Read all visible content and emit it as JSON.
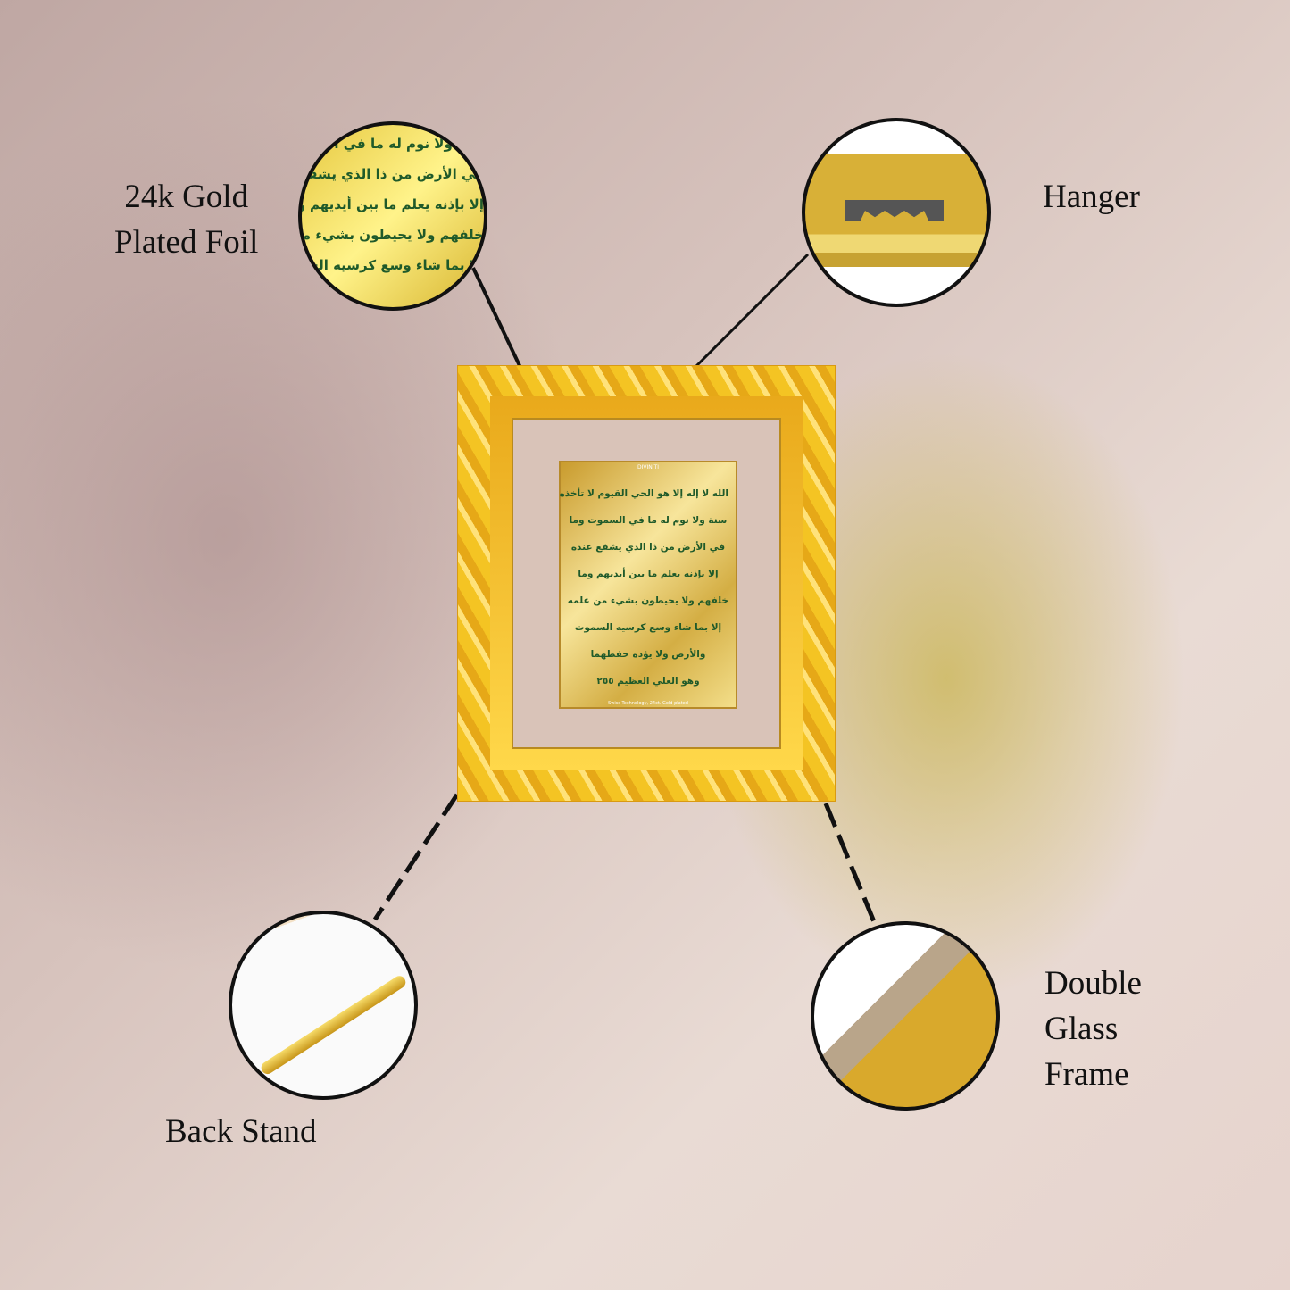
{
  "labels": {
    "foil": [
      "24k Gold",
      "Plated Foil"
    ],
    "hanger": "Hanger",
    "stand": "Back Stand",
    "glass": [
      "Double",
      "Glass",
      "Frame"
    ]
  },
  "plaque": {
    "brand": "DIVINITI",
    "footer": "Swiss Technology, 24ct. Gold plated",
    "lines": [
      "الله لا إله إلا هو الحي القيوم لا تأخذه",
      "سنة ولا نوم له ما في السموت وما",
      "في الأرض من ذا الذي يشفع عنده",
      "إلا بإذنه يعلم ما بين أيديهم وما",
      "خلفهم ولا يحيطون بشيء من علمه",
      "إلا بما شاء وسع كرسيه السموت",
      "والأرض ولا يؤده حفظهما",
      "وهو العلي العظيم ٢٥٥"
    ]
  },
  "colors": {
    "gold": "#f4c423",
    "text_green": "#1f5a2a"
  }
}
